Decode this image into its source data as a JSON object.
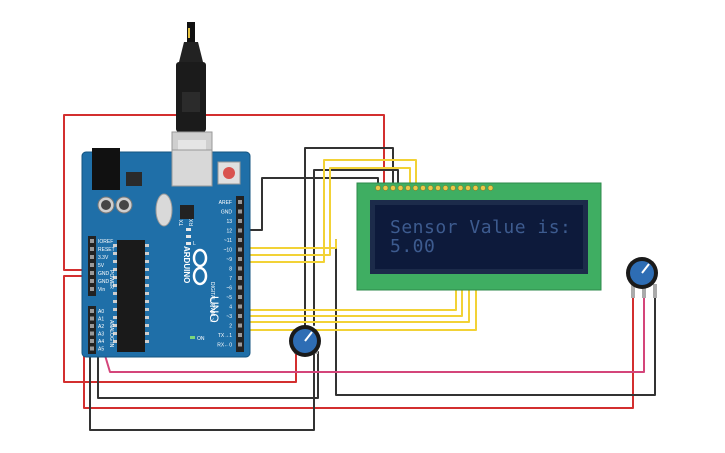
{
  "lcd": {
    "line1": "Sensor Value is:",
    "line2": "5.00"
  },
  "arduino": {
    "brand": "ARDUINO",
    "model": "UNO",
    "digital_label": "DIGITAL (PWM ~)",
    "analog_label": "ANALOG IN",
    "power_label": "POWER",
    "header_top_labels": [
      "AREF",
      "GND",
      "13",
      "12",
      "~11",
      "~10",
      "~9",
      "8",
      "7",
      "~6",
      "~5",
      "4",
      "~3",
      "2",
      "TX→1",
      "RX←0"
    ],
    "header_power_labels": [
      "IOREF",
      "RESET",
      "3.3V",
      "5V",
      "GND",
      "GND",
      "Vin"
    ],
    "header_analog_labels": [
      "A0",
      "A1",
      "A2",
      "A3",
      "A4",
      "A5"
    ],
    "tx_label": "TX",
    "rx_label": "RX",
    "l_label": "L",
    "on_label": "ON"
  },
  "colors": {
    "wire_red": "#d32f2f",
    "wire_black": "#333333",
    "wire_yellow": "#f2d236",
    "wire_pink": "#d4457a",
    "board_blue": "#1f6fa8",
    "lcd_green": "#3fae62",
    "lcd_screen": "#0d1a3b",
    "lcd_text": "#3d5b8f"
  }
}
